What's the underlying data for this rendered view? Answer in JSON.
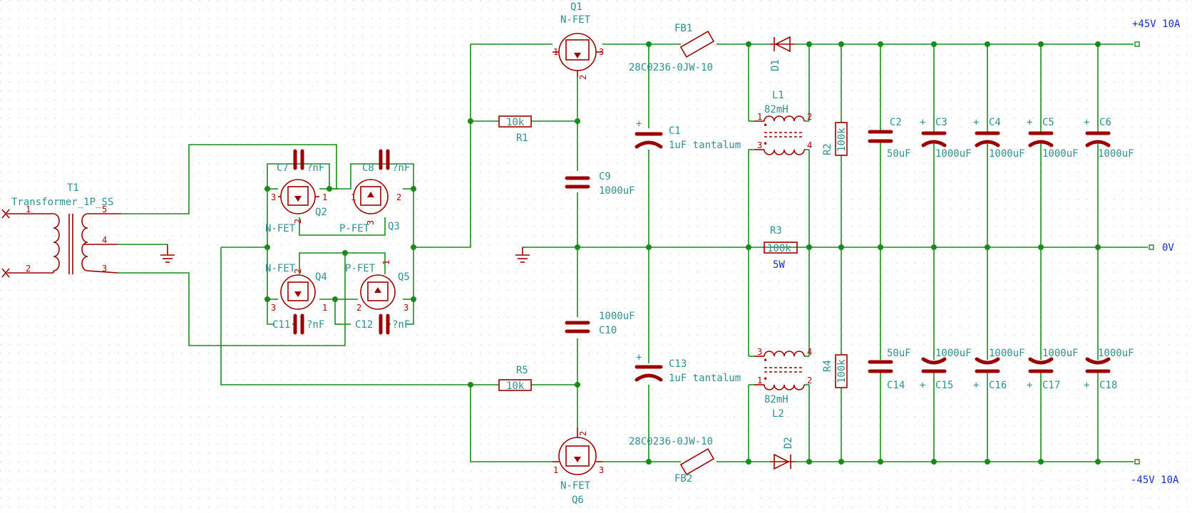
{
  "colors": {
    "wire": "#1a8a1a",
    "component": "#9a0000",
    "reference": "#2f8f8f",
    "net_label": "#1530c0",
    "grid": "#cfcfcf"
  },
  "transformer": {
    "ref": "T1",
    "value": "Transformer_1P_SS",
    "pins": [
      "1",
      "2",
      "5",
      "4",
      "3"
    ]
  },
  "bridge": {
    "Q2": {
      "ref": "Q2",
      "type": "N-FET",
      "pins": [
        "3",
        "1",
        "2"
      ]
    },
    "Q3": {
      "ref": "Q3",
      "type": "P-FET",
      "pins": [
        "1",
        "2",
        "3"
      ]
    },
    "Q4": {
      "ref": "Q4",
      "type": "N-FET",
      "pins": [
        "3",
        "1",
        "2"
      ]
    },
    "Q5": {
      "ref": "Q5",
      "type": "P-FET",
      "pins": [
        "2",
        "3",
        "1"
      ]
    },
    "C7": {
      "ref": "C7",
      "value": "?nF"
    },
    "C8": {
      "ref": "C8",
      "value": "?nF"
    },
    "C11": {
      "ref": "C11",
      "value": "?nF"
    },
    "C12": {
      "ref": "C12",
      "value": "?nF"
    }
  },
  "q1": {
    "ref": "Q1",
    "type": "N-FET",
    "pins": [
      "1",
      "3",
      "2"
    ]
  },
  "q6": {
    "ref": "Q6",
    "type": "N-FET",
    "pins": [
      "1",
      "3",
      "2"
    ]
  },
  "r1": {
    "ref": "R1",
    "value": "10k"
  },
  "r5": {
    "ref": "R5",
    "value": "10k"
  },
  "c9": {
    "ref": "C9",
    "value": "1000uF"
  },
  "c10": {
    "ref": "C10",
    "value": "1000uF"
  },
  "c1": {
    "ref": "C1",
    "value": "1uF tantalum"
  },
  "c13": {
    "ref": "C13",
    "value": "1uF tantalum"
  },
  "fb1": {
    "ref": "FB1",
    "value": "28C0236-0JW-10"
  },
  "fb2": {
    "ref": "FB2",
    "value": "28C0236-0JW-10"
  },
  "d1": {
    "ref": "D1"
  },
  "d2": {
    "ref": "D2"
  },
  "l1": {
    "ref": "L1",
    "value": "82mH",
    "pins": [
      "1",
      "2",
      "3",
      "4"
    ]
  },
  "l2": {
    "ref": "L2",
    "value": "82mH",
    "pins": [
      "3",
      "4",
      "1",
      "2"
    ]
  },
  "r2": {
    "ref": "R2",
    "value": "100k"
  },
  "r3": {
    "ref": "R3",
    "value": "100k",
    "rating": "5W"
  },
  "r4": {
    "ref": "R4",
    "value": "100k"
  },
  "top_caps": [
    {
      "ref": "C2",
      "value": "50uF",
      "polarized": false
    },
    {
      "ref": "C3",
      "value": "1000uF",
      "polarized": true
    },
    {
      "ref": "C4",
      "value": "1000uF",
      "polarized": true
    },
    {
      "ref": "C5",
      "value": "1000uF",
      "polarized": true
    },
    {
      "ref": "C6",
      "value": "1000uF",
      "polarized": true
    }
  ],
  "bottom_caps": [
    {
      "ref": "C14",
      "value": "50uF",
      "polarized": false
    },
    {
      "ref": "C15",
      "value": "1000uF",
      "polarized": true
    },
    {
      "ref": "C16",
      "value": "1000uF",
      "polarized": true
    },
    {
      "ref": "C17",
      "value": "1000uF",
      "polarized": true
    },
    {
      "ref": "C18",
      "value": "1000uF",
      "polarized": true
    }
  ],
  "outputs": {
    "positive": "+45V 10A",
    "zero": "0V",
    "negative": "-45V 10A"
  },
  "symbols": {
    "plus": "+",
    "pin_dot": "•"
  }
}
